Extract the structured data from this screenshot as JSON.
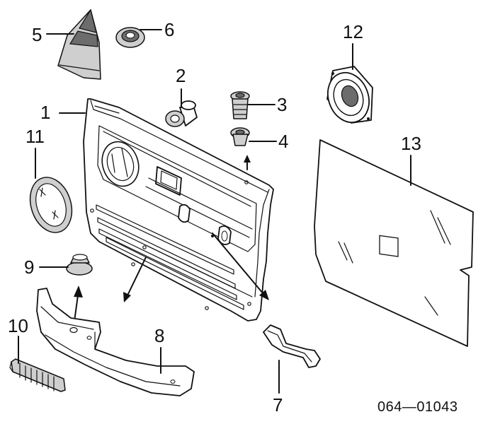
{
  "callouts": {
    "c1": "1",
    "c2": "2",
    "c3": "3",
    "c4": "4",
    "c5": "5",
    "c6": "6",
    "c7": "7",
    "c8": "8",
    "c9": "9",
    "c10": "10",
    "c11": "11",
    "c12": "12",
    "c13": "13"
  },
  "diagram_code": "064—01043"
}
